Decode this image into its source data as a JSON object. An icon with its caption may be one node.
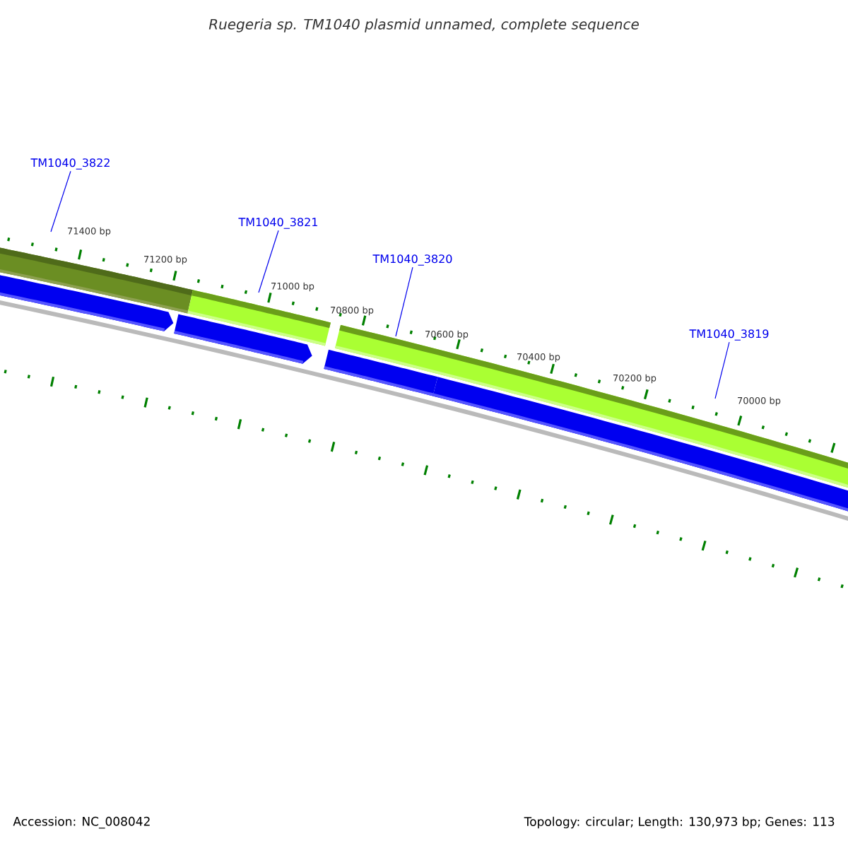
{
  "diagram": {
    "title": "Ruegeria sp. TM1040 plasmid unnamed, complete sequence",
    "nodes": [
      {
        "text": [
          "TM1040_3822"
        ]
      },
      {
        "text": [
          "TM1040_3821"
        ]
      },
      {
        "text": [
          "TM1040_3820"
        ]
      },
      {
        "text": [
          "TM1040_3819"
        ]
      }
    ],
    "edges": [
      {
        "from": 0,
        "to": null,
        "arrow": "none"
      },
      {
        "from": 1,
        "to": null,
        "arrow": "none"
      },
      {
        "from": 2,
        "to": null,
        "arrow": "none"
      },
      {
        "from": 3,
        "to": null,
        "arrow": "none"
      }
    ],
    "labels": [
      "71400 bp",
      "71200 bp",
      "71000 bp",
      "70800 bp",
      "70600 bp",
      "70400 bp",
      "70200 bp",
      "70000 bp",
      "Accession: NC_008042",
      "Topology: circular; Length: 130,973 bp; Genes: 113"
    ]
  }
}
